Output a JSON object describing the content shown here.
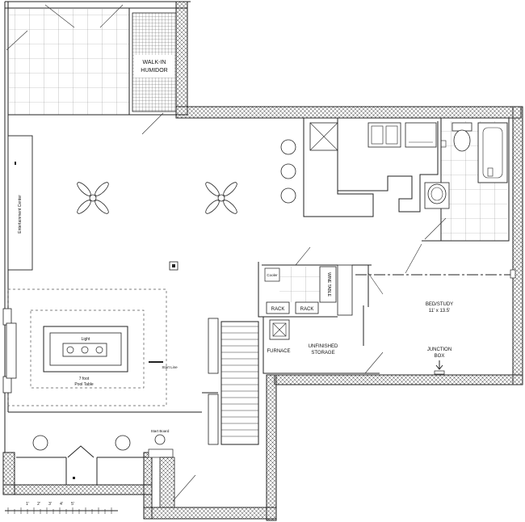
{
  "labels": {
    "humidor_line1": "WALK-IN",
    "humidor_line2": "HUMIDOR",
    "entertainment": "Entertainment Center",
    "light": "Light",
    "pool_line1": "7 foot",
    "pool_line2": "Pool Table",
    "start_line": "Start Line",
    "start_board": "Start Board",
    "cooler": "Cooler",
    "wine_table": "WINE TABLE",
    "rack": "RACK",
    "furnace": "FURNACE",
    "storage_line1": "UNFINISHED",
    "storage_line2": "STORAGE",
    "bed_line1": "BED/STUDY",
    "bed_line2": "11' x 13.5'",
    "junction_line1": "JUNCTION",
    "junction_line2": "BOX"
  },
  "scale": [
    "1'",
    "2'",
    "3'",
    "4'",
    "5'"
  ]
}
